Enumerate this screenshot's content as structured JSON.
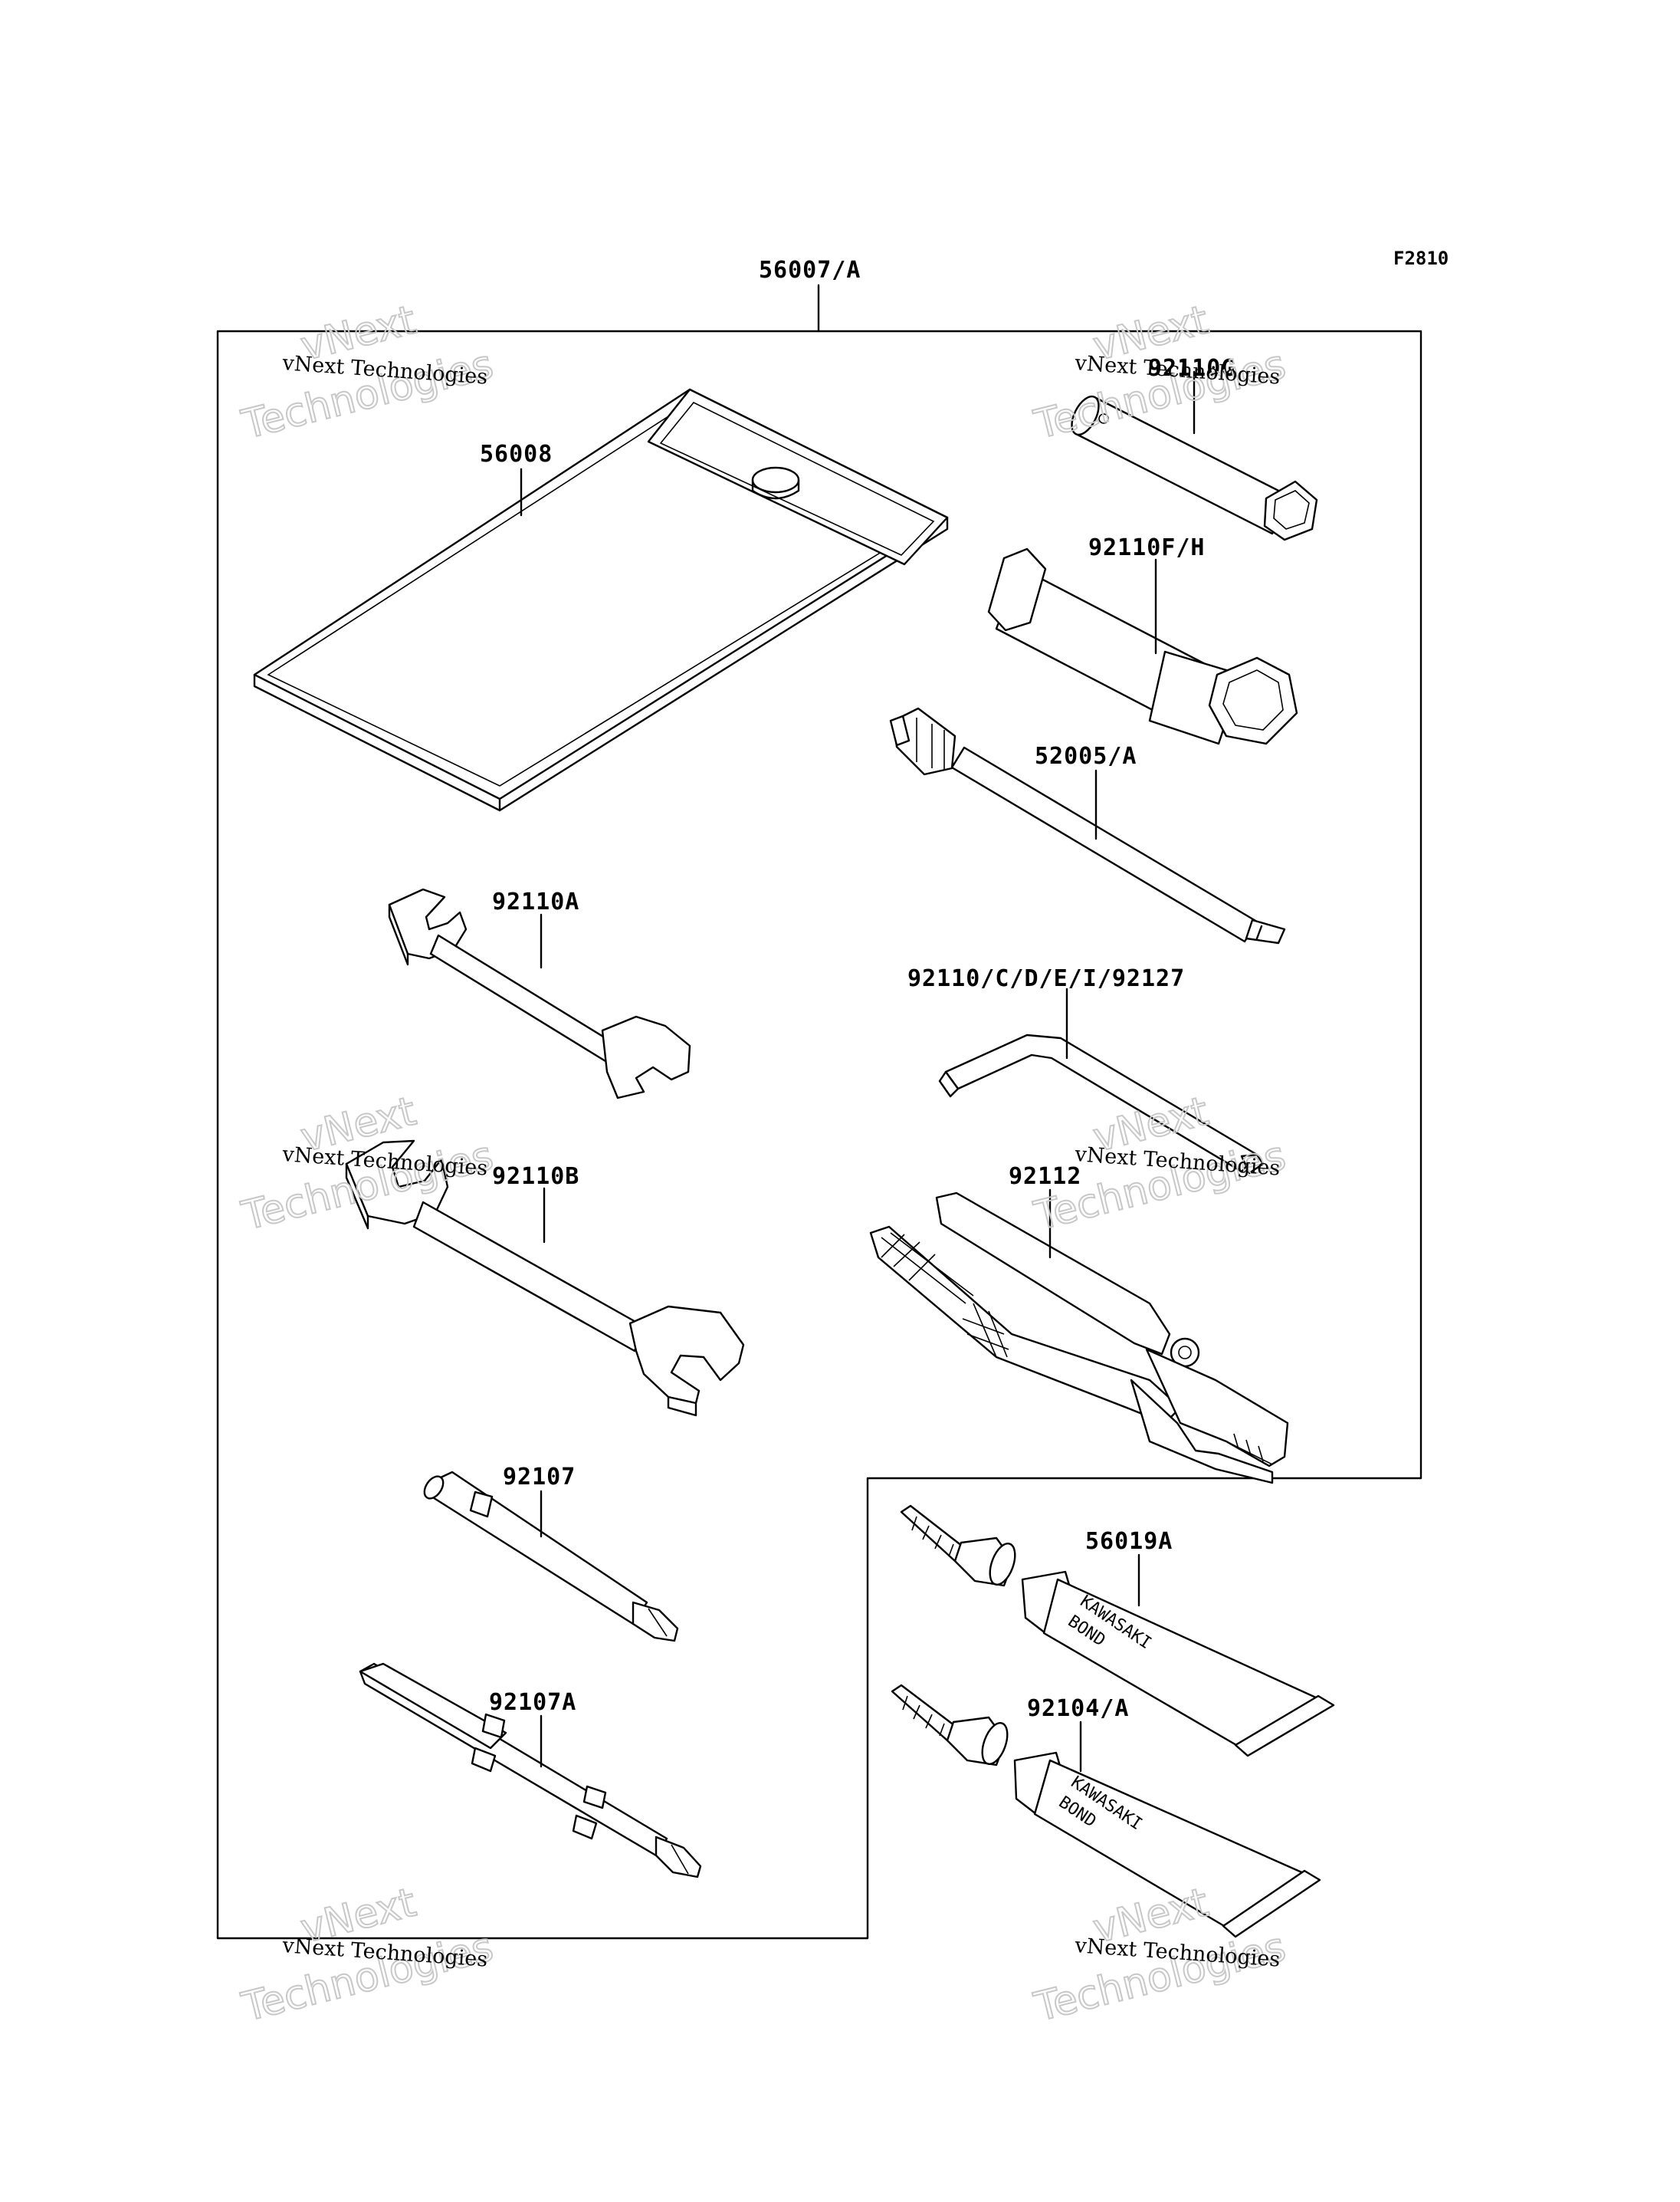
{
  "figure_id": "F2810",
  "parts": {
    "kit": "56007/A",
    "tool_bag": "56008",
    "plug_wrench": "92110G",
    "box_wrench": "92110F/H",
    "driver_handle": "52005/A",
    "hex_wrenches": "92110/C/D/E/I/92127",
    "wrench_small": "92110A",
    "wrench_large": "92110B",
    "pliers": "92112",
    "screwdriver": "92107",
    "screwdriver_double": "92107A",
    "bond_1": "56019A",
    "bond_2": "92104/A"
  },
  "tube_text": {
    "line1": "KAWASAKI",
    "line2": "BOND"
  },
  "watermark": {
    "small": "vNext Technologies",
    "big_line1": "vNext",
    "big_line2": "Technologies"
  }
}
